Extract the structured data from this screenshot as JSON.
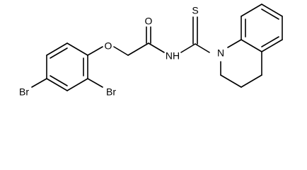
{
  "molecule": {
    "atoms": {
      "o_ether": "O",
      "o_carbonyl": "O",
      "n_amide": "NH",
      "s_thio": "S",
      "n_ring": "N",
      "br_ortho": "Br",
      "br_para": "Br"
    }
  },
  "colors": {
    "bond": "#000000",
    "label": "#000000",
    "background": "#ffffff"
  }
}
